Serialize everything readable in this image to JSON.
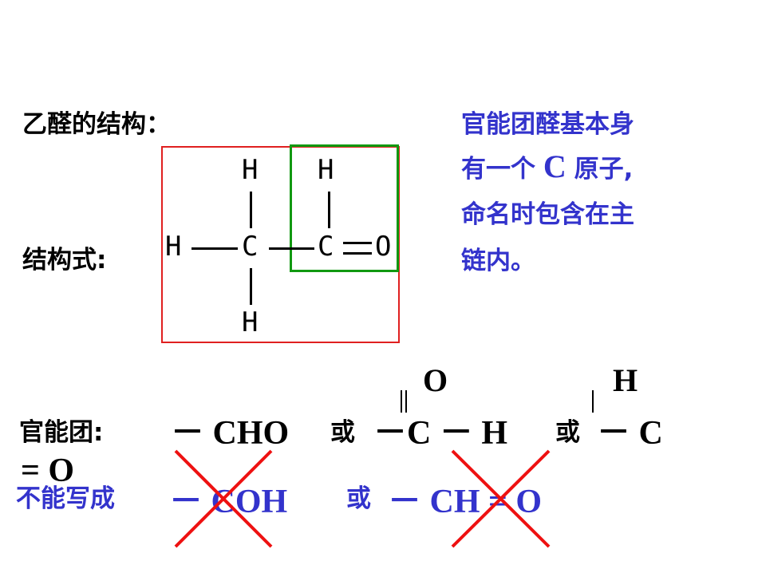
{
  "heading": "乙醛的结构：",
  "note": {
    "line1": "官能团醛基本身",
    "line2a": "有一个",
    "line2b": "C",
    "line2c": "原子,",
    "line3": "命名时包含在主",
    "line4": "链内。"
  },
  "structural_formula_label": "结构式:",
  "formula": {
    "h_top_left": "H",
    "h_top_right": "H",
    "h_left": "H",
    "c1": "C",
    "c2": "C",
    "o": "O",
    "h_bottom": "H"
  },
  "functional_group": {
    "label": "官能团:",
    "cho": "－ CHO",
    "or1": "或",
    "form2_top_o": "O",
    "form2_main": "－C － H",
    "or2": "或",
    "form3_top_h": "H",
    "form3_main": "－ C",
    "form3_tail": "= O"
  },
  "wrong_forms": {
    "label": "不能写成",
    "coh": "－ COH",
    "or": "或",
    "ch_o": "－ CH = O"
  },
  "colors": {
    "blue_text": "#3333cc",
    "red_box": "#e02020",
    "green_box": "#119911",
    "red_cross": "#ee1111"
  }
}
